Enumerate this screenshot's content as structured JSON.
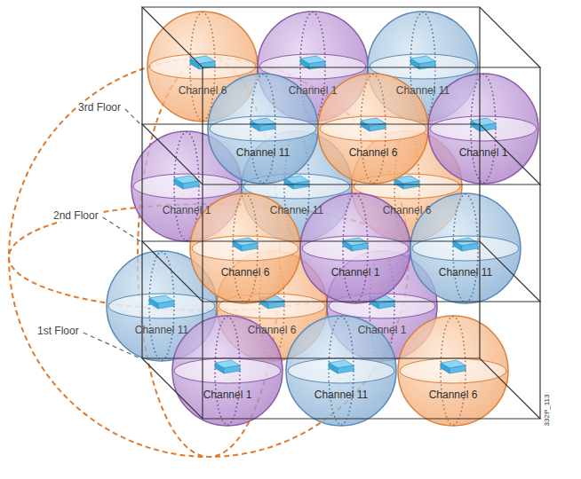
{
  "diagram": {
    "nodes": [
      {
        "text": [
          "Channel 6"
        ]
      },
      {
        "text": [
          "Channel 1"
        ]
      },
      {
        "text": [
          "Channel 11"
        ]
      },
      {
        "text": [
          "Channel 11"
        ]
      },
      {
        "text": [
          "Channel 6"
        ]
      },
      {
        "text": [
          "Channel 1"
        ]
      },
      {
        "text": [
          "Channel 1"
        ]
      },
      {
        "text": [
          "Channel 11"
        ]
      },
      {
        "text": [
          "Channel 6"
        ]
      },
      {
        "text": [
          "Channel 6"
        ]
      },
      {
        "text": [
          "Channel 1"
        ]
      },
      {
        "text": [
          "Channel 11"
        ]
      },
      {
        "text": [
          "Channel 11"
        ]
      },
      {
        "text": [
          "Channel 6"
        ]
      },
      {
        "text": [
          "Channel 1"
        ]
      },
      {
        "text": [
          "Channel 1"
        ]
      },
      {
        "text": [
          "Channel 11"
        ]
      },
      {
        "text": [
          "Channel 6"
        ]
      }
    ],
    "labels": [
      "3rd Floor",
      "2nd Floor",
      "1st Floor",
      "332P_113"
    ]
  }
}
